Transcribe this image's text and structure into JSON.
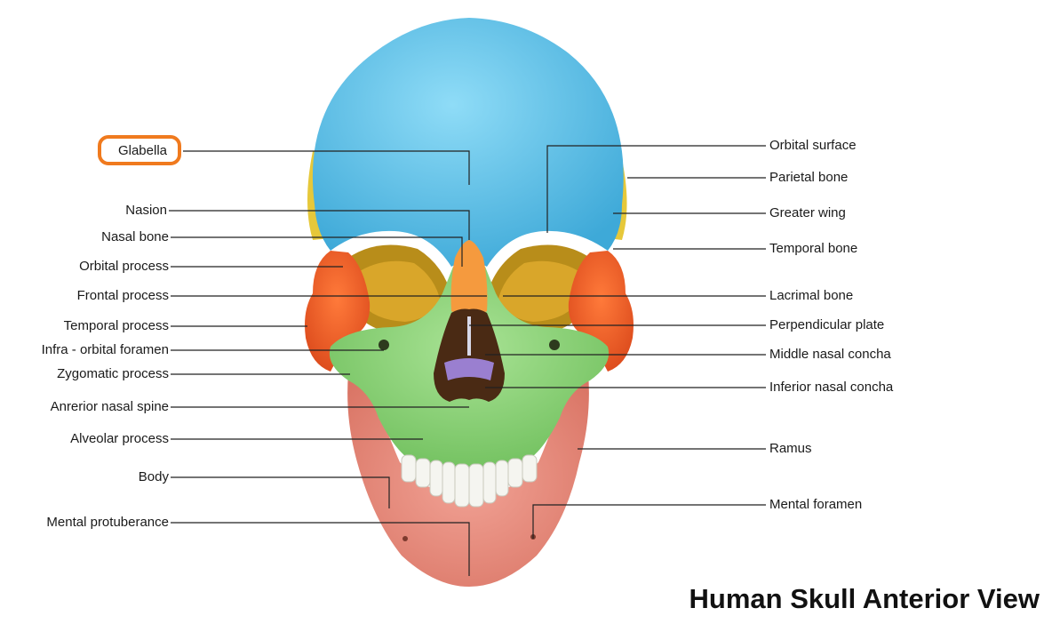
{
  "title": "Human Skull Anterior View",
  "highlight_color": "#f07a1e",
  "bone_colors": {
    "frontal": "#5ec4ea",
    "maxilla": "#8fd47a",
    "zygomatic": "#f0622a",
    "mandible": "#e8897a",
    "nasal": "#f59a3e",
    "sphenoid": "#e6b62a",
    "inferior_concha": "#9a7fd0",
    "teeth": "#f5f5f0"
  },
  "labels_left": [
    {
      "id": "glabella",
      "text": "Glabella"
    },
    {
      "id": "nasion",
      "text": "Nasion"
    },
    {
      "id": "nasal-bone",
      "text": "Nasal bone"
    },
    {
      "id": "orbital-process",
      "text": "Orbital process"
    },
    {
      "id": "frontal-process",
      "text": "Frontal process"
    },
    {
      "id": "temporal-process",
      "text": "Temporal process"
    },
    {
      "id": "infra-orbital-foramen",
      "text": "Infra - orbital foramen"
    },
    {
      "id": "zygomatic-process",
      "text": "Zygomatic process"
    },
    {
      "id": "anrerior-nasal-spine",
      "text": "Anrerior nasal spine"
    },
    {
      "id": "alveolar-process",
      "text": "Alveolar process"
    },
    {
      "id": "body",
      "text": "Body"
    },
    {
      "id": "mental-protuberance",
      "text": "Mental protuberance"
    }
  ],
  "labels_right": [
    {
      "id": "orbital-surface",
      "text": "Orbital surface"
    },
    {
      "id": "parietal-bone",
      "text": "Parietal bone"
    },
    {
      "id": "greater-wing",
      "text": "Greater wing"
    },
    {
      "id": "temporal-bone",
      "text": "Temporal bone"
    },
    {
      "id": "lacrimal-bone",
      "text": "Lacrimal bone"
    },
    {
      "id": "perpendicular-plate",
      "text": "Perpendicular plate"
    },
    {
      "id": "middle-nasal-concha",
      "text": "Middle nasal concha"
    },
    {
      "id": "inferior-nasal-concha",
      "text": "Inferior nasal concha"
    },
    {
      "id": "ramus",
      "text": "Ramus"
    },
    {
      "id": "mental-foramen",
      "text": "Mental foramen"
    }
  ]
}
